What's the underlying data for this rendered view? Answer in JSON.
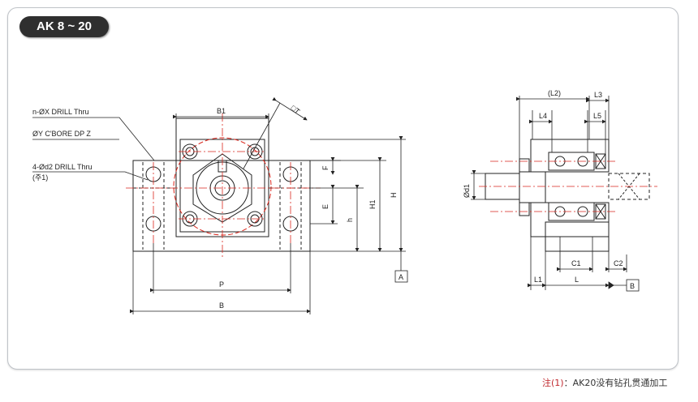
{
  "title": "AK 8 ~ 20",
  "callouts": {
    "drill_thru": "n-ØX DRILL Thru",
    "cbore": "ØY C'BORE DP Z",
    "d2_drill": "4-Ød2   DRILL Thru",
    "note_ref": "(주1)"
  },
  "dims_front": {
    "B1": "B1",
    "T": "□T",
    "F": "F",
    "E": "E",
    "h": "h",
    "H1": "H1",
    "H": "H",
    "P": "P",
    "B": "B",
    "A": "A"
  },
  "dims_side": {
    "L2": "(L2)",
    "L3": "L3",
    "L4": "L4",
    "L5": "L5",
    "d1": "Ød1",
    "C1": "C1",
    "C2": "C2",
    "L1": "L1",
    "L": "L",
    "Bref": "B"
  },
  "footnote": {
    "ref": "注(1)",
    "text": "：AK20没有钻孔贯通加工"
  },
  "colors": {
    "line": "#222222",
    "center": "#d9261c",
    "panel_border": "#bfc3c8",
    "tab": "#2f2f2f"
  }
}
